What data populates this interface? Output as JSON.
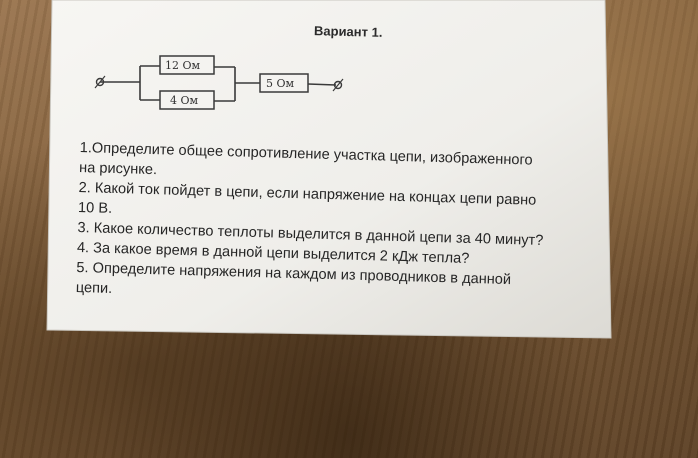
{
  "title": "Вариант 1.",
  "circuit": {
    "resistor_top": "12 Ом",
    "resistor_bottom": "4 Ом",
    "resistor_series": "5 Ом"
  },
  "questions": {
    "q1_line1": "1.Определите общее сопротивление участка цепи, изображенного",
    "q1_line2": "на рисунке.",
    "q2_line1": "2. Какой ток пойдет в цепи, если напряжение на концах цепи равно",
    "q2_line2": "10 В.",
    "q3": "3. Какое количество теплоты выделится в данной цепи за 40 минут?",
    "q4": "4. За какое время в данной цепи выделится 2 кДж тепла?",
    "q5_line1": "5. Определите напряжения на каждом из проводников в данной",
    "q5_line2": "цепи."
  },
  "colors": {
    "paper": "#f2f1ee",
    "ink": "#262626",
    "table": "#7c5a36"
  }
}
